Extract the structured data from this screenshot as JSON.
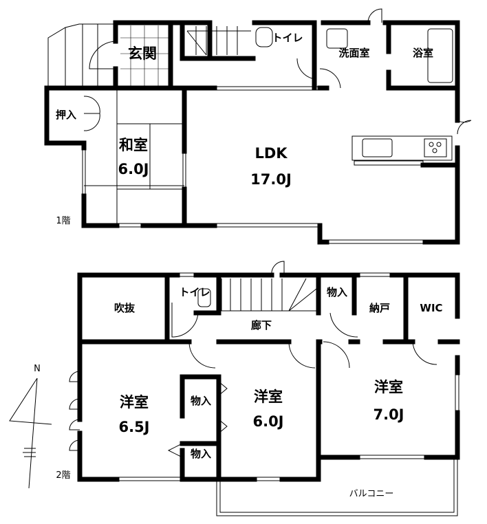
{
  "floor1": {
    "level_label": "1階",
    "rooms": {
      "genkan": "玄関",
      "toilet": "トイレ",
      "washroom": "洗面室",
      "bathroom": "浴室",
      "closet": "押入",
      "washitsu": "和室",
      "washitsu_size": "6.0J",
      "ldk": "LDK",
      "ldk_size": "17.0J"
    }
  },
  "floor2": {
    "level_label": "2階",
    "rooms": {
      "fukinuke": "吹抜",
      "toilet": "トイレ",
      "storage_top": "物入",
      "nando": "納戸",
      "wic": "WIC",
      "hallway": "廊下",
      "room_west": "洋室",
      "room_west_size": "6.5J",
      "closet_upper": "物入",
      "closet_lower": "物入",
      "room_center": "洋室",
      "room_center_size": "6.0J",
      "room_east": "洋室",
      "room_east_size": "7.0J",
      "balcony": "バルコニー"
    }
  },
  "compass": {
    "north_label": "N"
  }
}
